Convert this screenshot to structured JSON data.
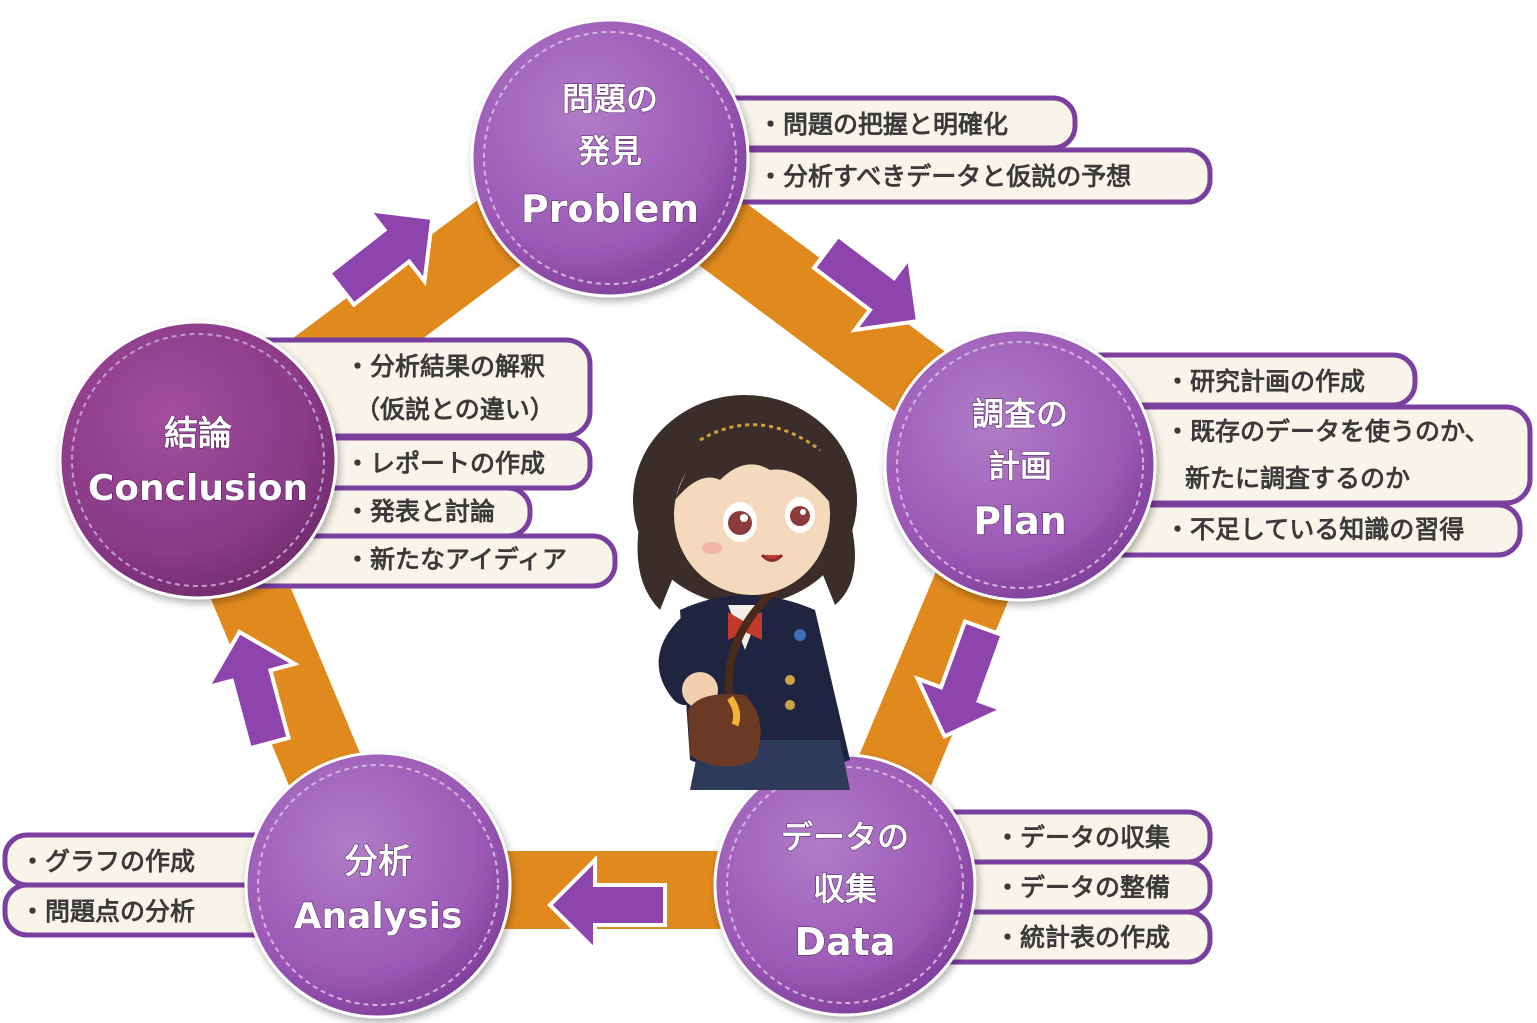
{
  "nodes": {
    "problem": {
      "title_lines": [
        "問題の",
        "発見"
      ],
      "english": "Problem",
      "items": [
        "・問題の把握と明確化",
        "・分析すべきデータと仮説の予想"
      ]
    },
    "plan": {
      "title_lines": [
        "調査の",
        "計画"
      ],
      "english": "Plan",
      "items": [
        "・研究計画の作成",
        "・既存のデータを使うのか、",
        "新たに調査するのか",
        "・不足している知識の習得"
      ]
    },
    "data": {
      "title_lines": [
        "データの",
        "収集"
      ],
      "english": "Data",
      "items": [
        "・データの収集",
        "・データの整備",
        "・統計表の作成"
      ]
    },
    "analysis": {
      "title_lines": [
        "分析"
      ],
      "english": "Analysis",
      "items": [
        "・グラフの作成",
        "・問題点の分析"
      ]
    },
    "conclusion": {
      "title_lines": [
        "結論"
      ],
      "english": "Conclusion",
      "items": [
        "・分析結果の解釈",
        "（仮説との違い）",
        "・レポートの作成",
        "・発表と討論",
        "・新たなアイディア"
      ]
    }
  },
  "colors": {
    "ring_orange": "#e08a1e",
    "node_purple": "#9b59b6",
    "node_dark_purple": "#8a3a86",
    "arrow_purple": "#8e44ad",
    "callout_border": "#7b3fa0",
    "callout_fill": "#f8f4ea",
    "text_dark": "#3a3a3a"
  },
  "illustration": "student-girl-with-satchel"
}
